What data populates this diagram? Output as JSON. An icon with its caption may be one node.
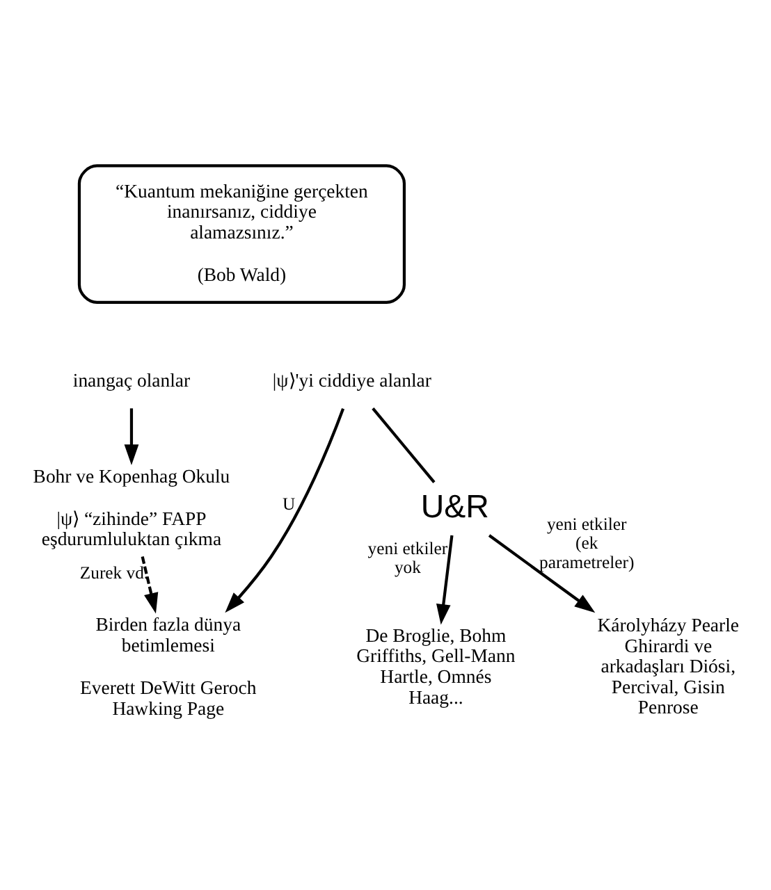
{
  "diagram": {
    "nodes": [
      {
        "text": [
          "“Kuantum mekaniğine gerçekten inanırsanız, ciddiye alamazsınız.”",
          "(Bob Wald)"
        ]
      },
      {
        "text": [
          "inangaç olanlar"
        ]
      },
      {
        "text": [
          "Bohr ve Kopenhag Okulu",
          "|ψ⟩ “zihinde” FAPP eşdurumluluktan çıkma"
        ]
      },
      {
        "text": [
          "|ψ⟩'yi ciddiye alanlar"
        ]
      },
      {
        "text": [
          "Birden fazla dünya betimlemesi",
          "Everett DeWitt Geroch Hawking Page"
        ]
      },
      {
        "text": [
          "U&R"
        ]
      },
      {
        "text": [
          "De Broglie, Bohm Griffiths, Gell-Mann Hartle, Omnés Haag..."
        ]
      },
      {
        "text": [
          "Károlyházy Pearle Ghirardi ve arkadaşları Diósi, Percival, Gisin Penrose"
        ]
      }
    ],
    "edges": [
      {
        "from": 1,
        "to": 2,
        "arrow": "to"
      },
      {
        "from": 3,
        "to": 4,
        "arrow": "to",
        "label": "U"
      },
      {
        "from": 3,
        "to": 5,
        "arrow": "none"
      },
      {
        "from": 2,
        "to": 4,
        "arrow": "to",
        "label": "Zurek vd.",
        "style": "dashed"
      },
      {
        "from": 5,
        "to": 6,
        "arrow": "to",
        "label": "yeni etkiler yok"
      },
      {
        "from": 5,
        "to": 7,
        "arrow": "to",
        "label": "yeni etkiler (ek parametreler)"
      }
    ]
  }
}
